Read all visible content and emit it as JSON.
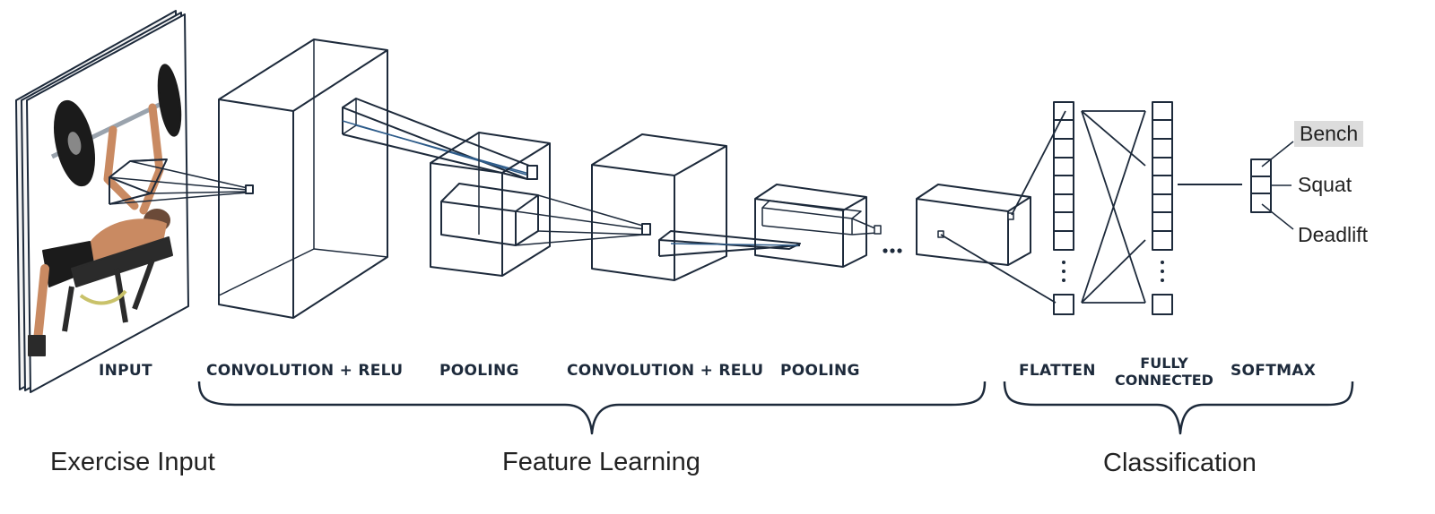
{
  "stages": {
    "input": "INPUT",
    "conv1": "CONVOLUTION + RELU",
    "pool1": "POOLING",
    "conv2": "CONVOLUTION + RELU",
    "pool2": "POOLING",
    "flatten": "FLATTEN",
    "fully_line1": "FULLY",
    "fully_line2": "CONNECTED",
    "softmax": "SOFTMAX"
  },
  "sections": {
    "exercise_input": "Exercise Input",
    "feature_learning": "Feature Learning",
    "classification": "Classification"
  },
  "outputs": [
    "Bench",
    "Squat",
    "Deadlift"
  ],
  "continuation": "...",
  "colors": {
    "line": "#1d2a3b",
    "accent": "#2e5c8a",
    "label": "#1d2a3b",
    "highlight": "#dcdcdc"
  },
  "icons": {
    "input_image": "bench-press-athlete-photo"
  }
}
